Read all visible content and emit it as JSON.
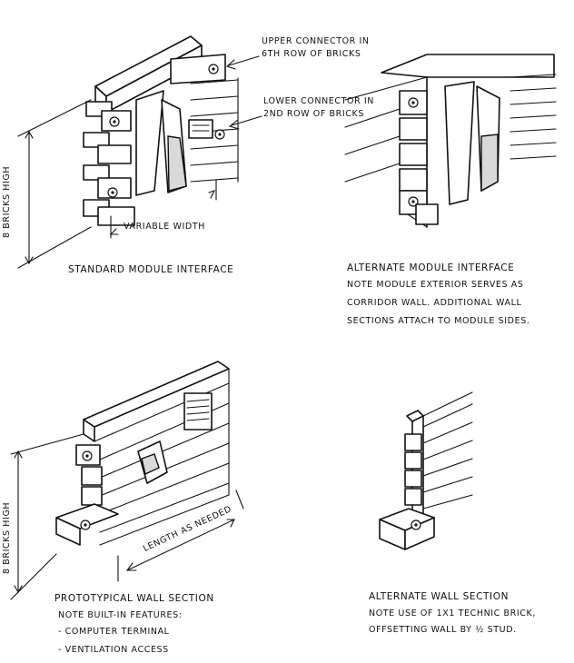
{
  "panels": {
    "standard": {
      "upper_connector": [
        "Upper Connector in",
        "6th Row of Bricks"
      ],
      "lower_connector": [
        "Lower Connector in",
        "2nd Row of Bricks"
      ],
      "height_label": "8 Bricks High",
      "width_label": "Variable Width",
      "caption": "Standard Module Interface"
    },
    "alternate_module": {
      "caption": "Alternate Module Interface",
      "notes": [
        "Note Module Exterior Serves as",
        "Corridor Wall. Additional Wall",
        "Sections Attach to Module Sides."
      ]
    },
    "prototypical": {
      "height_label": "8 Bricks High",
      "length_label": "Length as Needed",
      "caption": "Prototypical Wall Section",
      "notes": [
        "Note Built-in Features:",
        "- Computer Terminal",
        "- Ventilation Access"
      ]
    },
    "alternate_wall": {
      "caption": "Alternate Wall Section",
      "notes": [
        "Note Use of 1x1 Technic Brick,",
        "Offsetting Wall by ½ Stud."
      ]
    }
  }
}
